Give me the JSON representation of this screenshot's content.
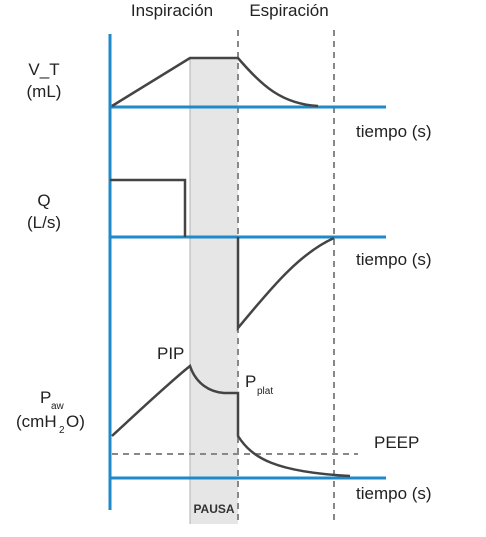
{
  "phases": {
    "inspiration": "Inspiración",
    "expiration": "Espiración",
    "pause": "PAUSA"
  },
  "panels": {
    "volume": {
      "label_line1": "V_T",
      "label_line2": "(mL)",
      "axis": "tiempo (s)"
    },
    "flow": {
      "label_line1": "Q",
      "label_line2": "(L/s)",
      "axis": "tiempo (s)"
    },
    "pressure": {
      "label_p": "P",
      "label_sub": "aw",
      "label_unit_pre": "(cmH",
      "label_unit_sub": "2",
      "label_unit_post": "O)",
      "axis": "tiempo (s)",
      "pip": "PIP",
      "pplat_p": "P",
      "pplat_sub": "plat",
      "peep": "PEEP"
    }
  },
  "colors": {
    "axis": "#1f8ac9",
    "curve": "#444444",
    "pause_fill": "#e6e6e6",
    "dashed": "#888888"
  }
}
